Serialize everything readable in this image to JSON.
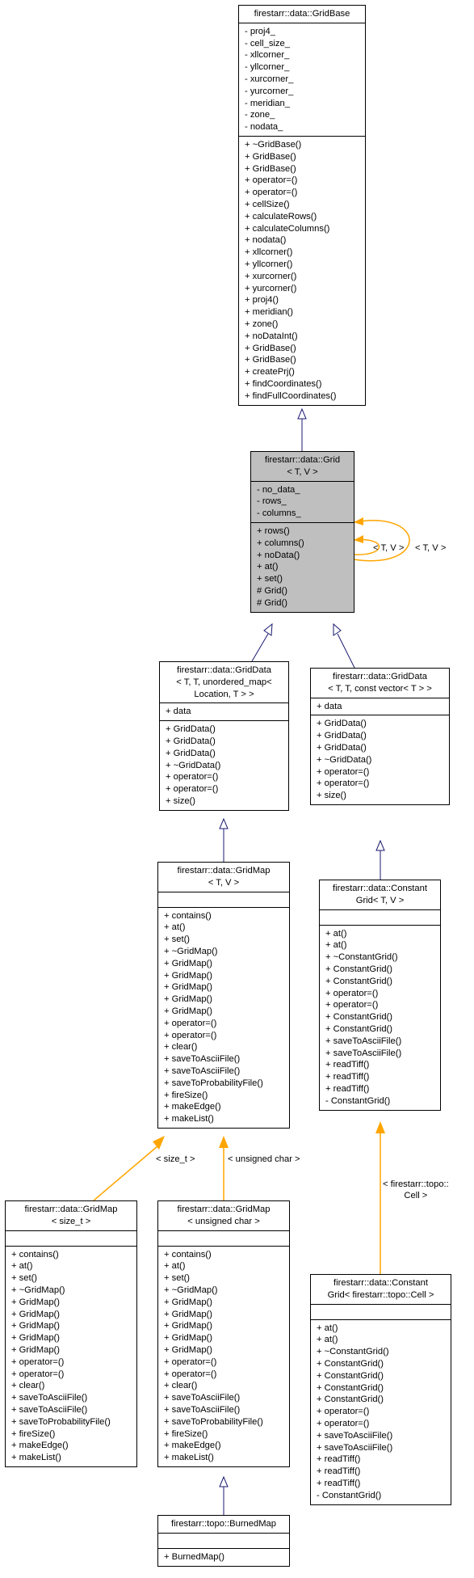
{
  "classes": {
    "gridbase": {
      "title": [
        "firestarr::data::GridBase"
      ],
      "attributes": [
        "- proj4_",
        "- cell_size_",
        "- xllcorner_",
        "- yllcorner_",
        "- xurcorner_",
        "- yurcorner_",
        "- meridian_",
        "- zone_",
        "- nodata_"
      ],
      "methods": [
        "+ ~GridBase()",
        "+ GridBase()",
        "+ GridBase()",
        "+ operator=()",
        "+ operator=()",
        "+ cellSize()",
        "+ calculateRows()",
        "+ calculateColumns()",
        "+ nodata()",
        "+ xllcorner()",
        "+ yllcorner()",
        "+ xurcorner()",
        "+ yurcorner()",
        "+ proj4()",
        "+ meridian()",
        "+ zone()",
        "+ noDataInt()",
        "+ GridBase()",
        "+ GridBase()",
        "+ createPrj()",
        "+ findCoordinates()",
        "+ findFullCoordinates()"
      ]
    },
    "grid": {
      "title": [
        "firestarr::data::Grid",
        "< T, V >"
      ],
      "attributes": [
        "- no_data_",
        "- rows_",
        "- columns_"
      ],
      "methods": [
        "+ rows()",
        "+ columns()",
        "+ noData()",
        "+ at()",
        "+ set()",
        "# Grid()",
        "# Grid()"
      ]
    },
    "griddata_map": {
      "title": [
        "firestarr::data::GridData",
        "< T, T, unordered_map<",
        "Location, T > >"
      ],
      "attributes": [
        "+ data"
      ],
      "methods": [
        "+ GridData()",
        "+ GridData()",
        "+ GridData()",
        "+ ~GridData()",
        "+ operator=()",
        "+ operator=()",
        "+ size()"
      ]
    },
    "griddata_vec": {
      "title": [
        "firestarr::data::GridData",
        "< T, T, const vector< T > >"
      ],
      "attributes": [
        "+ data"
      ],
      "methods": [
        "+ GridData()",
        "+ GridData()",
        "+ GridData()",
        "+ ~GridData()",
        "+ operator=()",
        "+ operator=()",
        "+ size()"
      ]
    },
    "gridmap_tv": {
      "title": [
        "firestarr::data::GridMap",
        "< T, V >"
      ],
      "attributes": [],
      "methods": [
        "+ contains()",
        "+ at()",
        "+ set()",
        "+ ~GridMap()",
        "+ GridMap()",
        "+ GridMap()",
        "+ GridMap()",
        "+ GridMap()",
        "+ GridMap()",
        "+ operator=()",
        "+ operator=()",
        "+ clear()",
        "+ saveToAsciiFile()",
        "+ saveToAsciiFile()",
        "+ saveToProbabilityFile()",
        "+ fireSize()",
        "+ makeEdge()",
        "+ makeList()"
      ]
    },
    "constantgrid_tv": {
      "title": [
        "firestarr::data::Constant",
        "Grid< T, V >"
      ],
      "attributes": [],
      "methods": [
        "+ at()",
        "+ at()",
        "+ ~ConstantGrid()",
        "+ ConstantGrid()",
        "+ ConstantGrid()",
        "+ operator=()",
        "+ operator=()",
        "+ ConstantGrid()",
        "+ ConstantGrid()",
        "+ saveToAsciiFile()",
        "+ saveToAsciiFile()",
        "+ readTiff()",
        "+ readTiff()",
        "+ readTiff()",
        "- ConstantGrid()"
      ]
    },
    "gridmap_size": {
      "title": [
        "firestarr::data::GridMap",
        "< size_t >"
      ],
      "attributes": [],
      "methods": [
        "+ contains()",
        "+ at()",
        "+ set()",
        "+ ~GridMap()",
        "+ GridMap()",
        "+ GridMap()",
        "+ GridMap()",
        "+ GridMap()",
        "+ GridMap()",
        "+ operator=()",
        "+ operator=()",
        "+ clear()",
        "+ saveToAsciiFile()",
        "+ saveToAsciiFile()",
        "+ saveToProbabilityFile()",
        "+ fireSize()",
        "+ makeEdge()",
        "+ makeList()"
      ]
    },
    "gridmap_uchar": {
      "title": [
        "firestarr::data::GridMap",
        "< unsigned char >"
      ],
      "attributes": [],
      "methods": [
        "+ contains()",
        "+ at()",
        "+ set()",
        "+ ~GridMap()",
        "+ GridMap()",
        "+ GridMap()",
        "+ GridMap()",
        "+ GridMap()",
        "+ GridMap()",
        "+ operator=()",
        "+ operator=()",
        "+ clear()",
        "+ saveToAsciiFile()",
        "+ saveToAsciiFile()",
        "+ saveToProbabilityFile()",
        "+ fireSize()",
        "+ makeEdge()",
        "+ makeList()"
      ]
    },
    "constantgrid_cell": {
      "title": [
        "firestarr::data::Constant",
        "Grid< firestarr::topo::Cell >"
      ],
      "attributes": [],
      "methods": [
        "+ at()",
        "+ at()",
        "+ ~ConstantGrid()",
        "+ ConstantGrid()",
        "+ ConstantGrid()",
        "+ ConstantGrid()",
        "+ ConstantGrid()",
        "+ operator=()",
        "+ operator=()",
        "+ saveToAsciiFile()",
        "+ saveToAsciiFile()",
        "+ readTiff()",
        "+ readTiff()",
        "+ readTiff()",
        "- ConstantGrid()"
      ]
    },
    "burnedmap": {
      "title": [
        "firestarr::topo::BurnedMap"
      ],
      "attributes": [],
      "methods": [
        "+ BurnedMap()"
      ]
    }
  },
  "edge_labels": {
    "self_1": "< T, V >",
    "self_2": "< T, V >",
    "size_t": "< size_t >",
    "unsigned_char": "< unsigned char >",
    "topo_cell": [
      "< firestarr::topo::",
      "Cell >"
    ]
  },
  "colors": {
    "inheritance": "#191970",
    "template": "#ffa500",
    "highlight_fill": "#bfbfbf"
  }
}
